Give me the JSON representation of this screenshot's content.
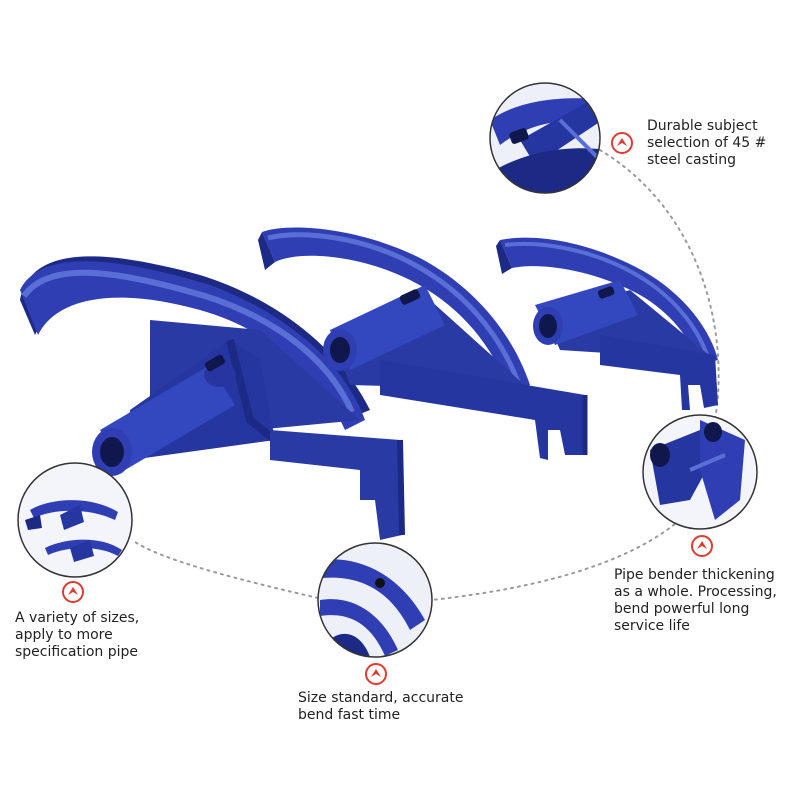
{
  "colors": {
    "product_blue": "#2f3fb3",
    "product_dark": "#1c2a86",
    "product_light": "#5a6fd6",
    "marker_red": "#e23a2e",
    "dotted_line": "#9a9a9a"
  },
  "features": [
    {
      "id": "durable",
      "icon": "chevron-up-marker-icon",
      "lines": [
        "Durable subject",
        "selection of 45 #",
        "steel casting"
      ]
    },
    {
      "id": "variety",
      "icon": "chevron-up-marker-icon",
      "lines": [
        "A variety of sizes,",
        "apply to more",
        "specification pipe"
      ]
    },
    {
      "id": "size",
      "icon": "chevron-up-marker-icon",
      "lines": [
        "Size standard, accurate",
        "bend fast time"
      ]
    },
    {
      "id": "pipe",
      "icon": "chevron-up-marker-icon",
      "lines": [
        "Pipe bender thickening",
        "as a whole. Processing,",
        "bend powerful long",
        "service life"
      ]
    }
  ],
  "products": [
    "large-pipe-bender-shoe",
    "medium-pipe-bender-shoe",
    "small-pipe-bender-shoe"
  ]
}
